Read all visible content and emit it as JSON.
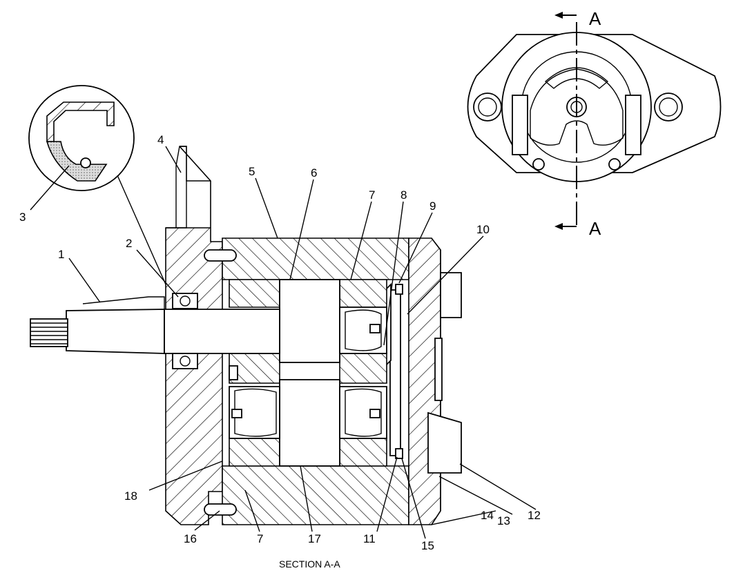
{
  "caption": "SECTION A-A",
  "section_marks": {
    "top": "A",
    "bottom": "A"
  },
  "callouts": [
    {
      "id": "c1",
      "text": "1"
    },
    {
      "id": "c2",
      "text": "2"
    },
    {
      "id": "c3",
      "text": "3"
    },
    {
      "id": "c4",
      "text": "4"
    },
    {
      "id": "c5",
      "text": "5"
    },
    {
      "id": "c6",
      "text": "6"
    },
    {
      "id": "c7a",
      "text": "7"
    },
    {
      "id": "c8",
      "text": "8"
    },
    {
      "id": "c9",
      "text": "9"
    },
    {
      "id": "c10",
      "text": "10"
    },
    {
      "id": "c11",
      "text": "11"
    },
    {
      "id": "c12",
      "text": "12"
    },
    {
      "id": "c13",
      "text": "13"
    },
    {
      "id": "c14",
      "text": "14"
    },
    {
      "id": "c15",
      "text": "15"
    },
    {
      "id": "c16",
      "text": "16"
    },
    {
      "id": "c7b",
      "text": "7"
    },
    {
      "id": "c17",
      "text": "17"
    },
    {
      "id": "c18",
      "text": "18"
    }
  ]
}
